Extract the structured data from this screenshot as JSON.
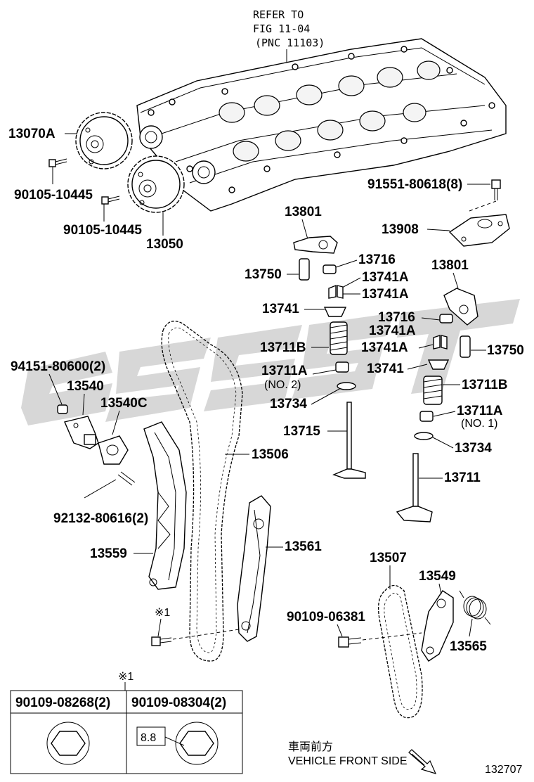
{
  "header": {
    "refer_line1": "REFER TO",
    "refer_line2": "FIG 11-04",
    "refer_line3": "(PNC 11103)"
  },
  "callouts": {
    "c13070A": "13070A",
    "c90105_a": "90105-10445",
    "c90105_b": "90105-10445",
    "c13050": "13050",
    "c91551": "91551-80618(8)",
    "c13908": "13908",
    "c13801_a": "13801",
    "c13716_a": "13716",
    "c13750_a": "13750",
    "c13741A_a": "13741A",
    "c13741A_b": "13741A",
    "c13741_a": "13741",
    "c13711B_a": "13711B",
    "c13711A_a": "13711A",
    "c13711A_a_note": "(NO. 2)",
    "c13734_a": "13734",
    "c13715": "13715",
    "c13801_b": "13801",
    "c13716_b": "13716",
    "c13741A_c": "13741A",
    "c13741A_d": "13741A",
    "c13750_b": "13750",
    "c13741_b": "13741",
    "c13711B_b": "13711B",
    "c13711A_b": "13711A",
    "c13711A_b_note": "(NO. 1)",
    "c13734_b": "13734",
    "c13711": "13711",
    "c94151": "94151-80600(2)",
    "c13540": "13540",
    "c13540C": "13540C",
    "c13506": "13506",
    "c92132": "92132-80616(2)",
    "c13559": "13559",
    "c13561": "13561",
    "c13507": "13507",
    "c13549": "13549",
    "c90109_06381": "90109-06381",
    "c13565": "13565",
    "note_mark": "※1"
  },
  "bolt_table": {
    "mark": "※1",
    "col1_header": "90109-08268(2)",
    "col2_header": "90109-08304(2)",
    "grade": "8.8"
  },
  "footer": {
    "front_jp": "車両前方",
    "front_en": "VEHICLE FRONT SIDE",
    "illustration_no": "132707"
  },
  "colors": {
    "line": "#000000",
    "watermark": "#d3d3d3"
  }
}
